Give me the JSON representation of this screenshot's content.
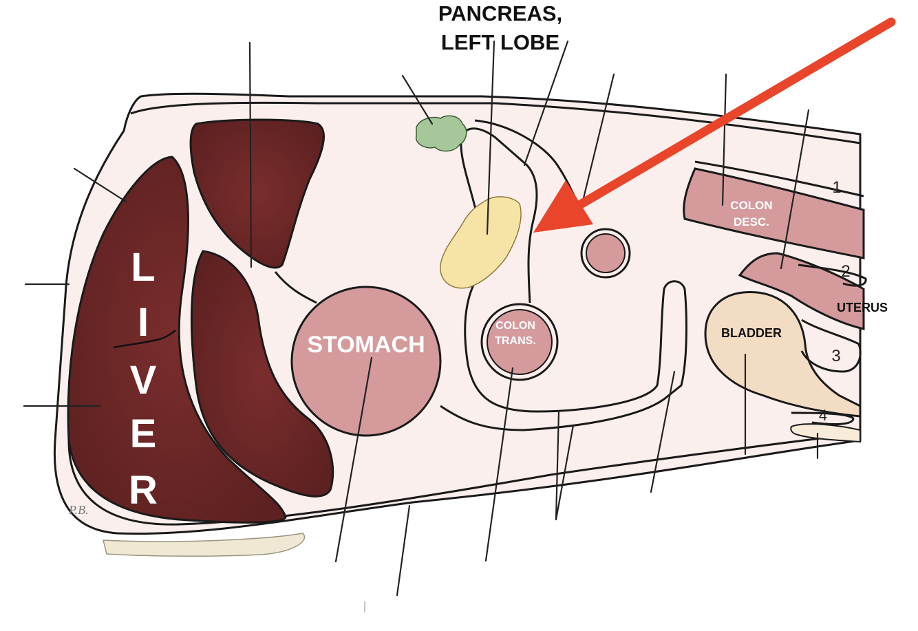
{
  "labels": {
    "pancreas_line1": "PANCREAS,",
    "pancreas_line2": "LEFT LOBE",
    "liver": [
      "L",
      "I",
      "V",
      "E",
      "R"
    ],
    "stomach": "STOMACH",
    "colon_trans_1": "COLON",
    "colon_trans_2": "TRANS.",
    "colon_desc_1": "COLON",
    "colon_desc_2": "DESC.",
    "bladder": "BLADDER",
    "uterus": "UTERUS",
    "n1": "1",
    "n2": "2",
    "n3": "3",
    "n4": "4",
    "signature": "P.B."
  },
  "colors": {
    "liver": "#6e2a2a",
    "cavity": "#faefec",
    "stomach": "#d49a9c",
    "pancreas": "#f6e3a6",
    "spleen_green": "#a5c79a",
    "bladder": "#f3dcc4",
    "arrow": "#e8452b",
    "outline": "#1a1a1a"
  },
  "pointer": {
    "direction": "down-left",
    "target": "pancreas region near colon"
  }
}
